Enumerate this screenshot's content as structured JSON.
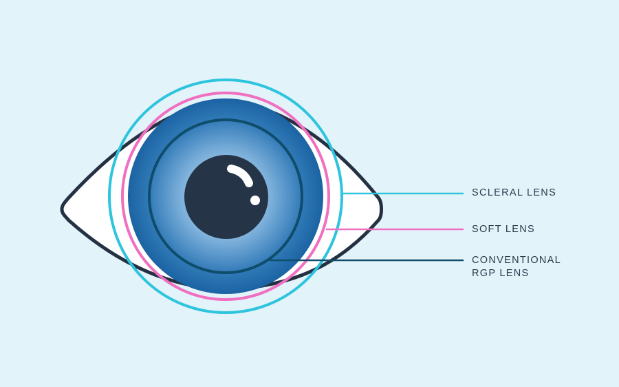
{
  "labels": {
    "scleral": "SCLERAL LENS",
    "soft": "SOFT LENS",
    "rgp_line1": "CONVENTIONAL",
    "rgp_line2": "RGP LENS"
  },
  "colors": {
    "background": "#e3f3fa",
    "eye_outline": "#243142",
    "eye_white": "#ffffff",
    "iris_outer": "#1e6aa8",
    "iris_inner": "#8fbde0",
    "pupil": "#253447",
    "scleral_lens": "#2ec4de",
    "soft_lens": "#f06fc0",
    "rgp_lens": "#0e4d6b"
  }
}
